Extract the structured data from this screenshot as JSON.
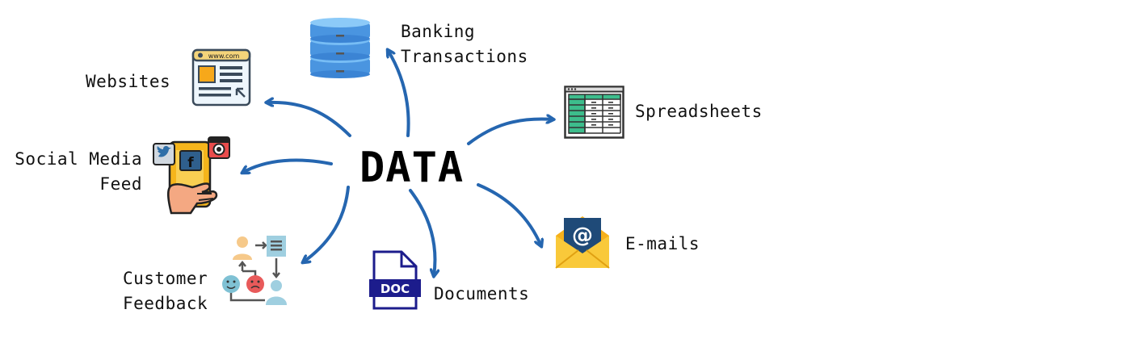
{
  "center_label": "DATA",
  "sources": {
    "banking": "Banking\nTransactions",
    "websites": "Websites",
    "spreadsheets": "Spreadsheets",
    "social": "Social Media\nFeed",
    "emails": "E-mails",
    "feedback": "Customer\nFeedback",
    "documents": "Documents"
  },
  "icon_text": {
    "website_url": "www.com",
    "doc_badge": "DOC",
    "email_symbol": "@"
  },
  "colors": {
    "arrow": "#2566b0",
    "database": "#5aa9f0",
    "email": "#f6c22b",
    "doc": "#1c1c8c",
    "spreadsheet": "#3dbd8c",
    "phone": "#f5b51b"
  }
}
